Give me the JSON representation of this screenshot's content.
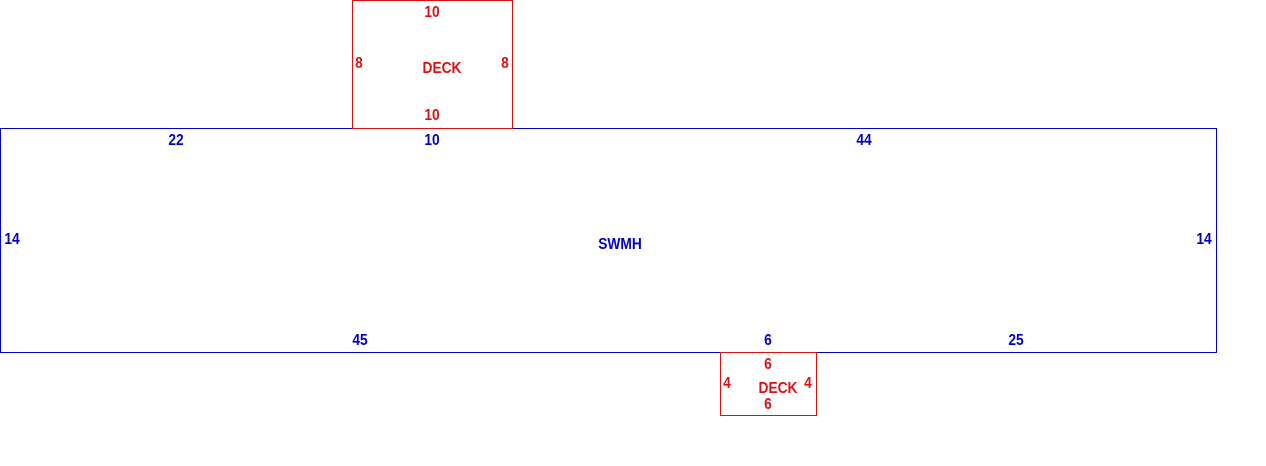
{
  "colors": {
    "main_structure": "#0000cc",
    "deck": "#dd1111",
    "background": "#ffffff"
  },
  "deck_top": {
    "name": "DECK",
    "top": "10",
    "left": "8",
    "right": "8",
    "bottom": "10"
  },
  "swmh": {
    "name": "SWMH",
    "top_segments": [
      "22",
      "10",
      "44"
    ],
    "left": "14",
    "right": "14",
    "bottom_segments": [
      "45",
      "6",
      "25"
    ]
  },
  "deck_bottom": {
    "name": "DECK",
    "top": "6",
    "left": "4",
    "right": "4",
    "bottom": "6"
  }
}
